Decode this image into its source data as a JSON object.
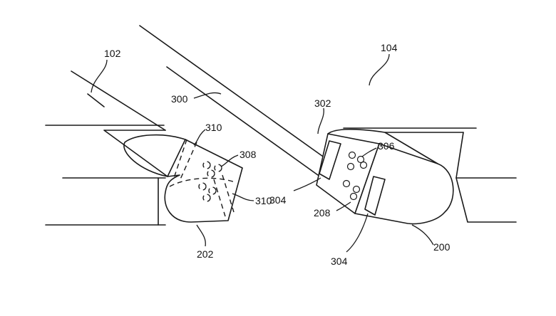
{
  "labels": {
    "ref_102": "102",
    "ref_104": "104",
    "ref_300": "300",
    "ref_302": "302",
    "ref_310_top": "310",
    "ref_308": "308",
    "ref_310_side": "310",
    "ref_306": "306",
    "ref_304_left": "304",
    "ref_208": "208",
    "ref_304_bottom": "304",
    "ref_200": "200",
    "ref_202": "202"
  }
}
